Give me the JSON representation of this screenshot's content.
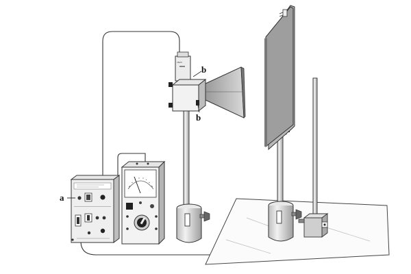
{
  "labels": {
    "a": "a",
    "b_top": "b",
    "b_bottom": "b"
  }
}
